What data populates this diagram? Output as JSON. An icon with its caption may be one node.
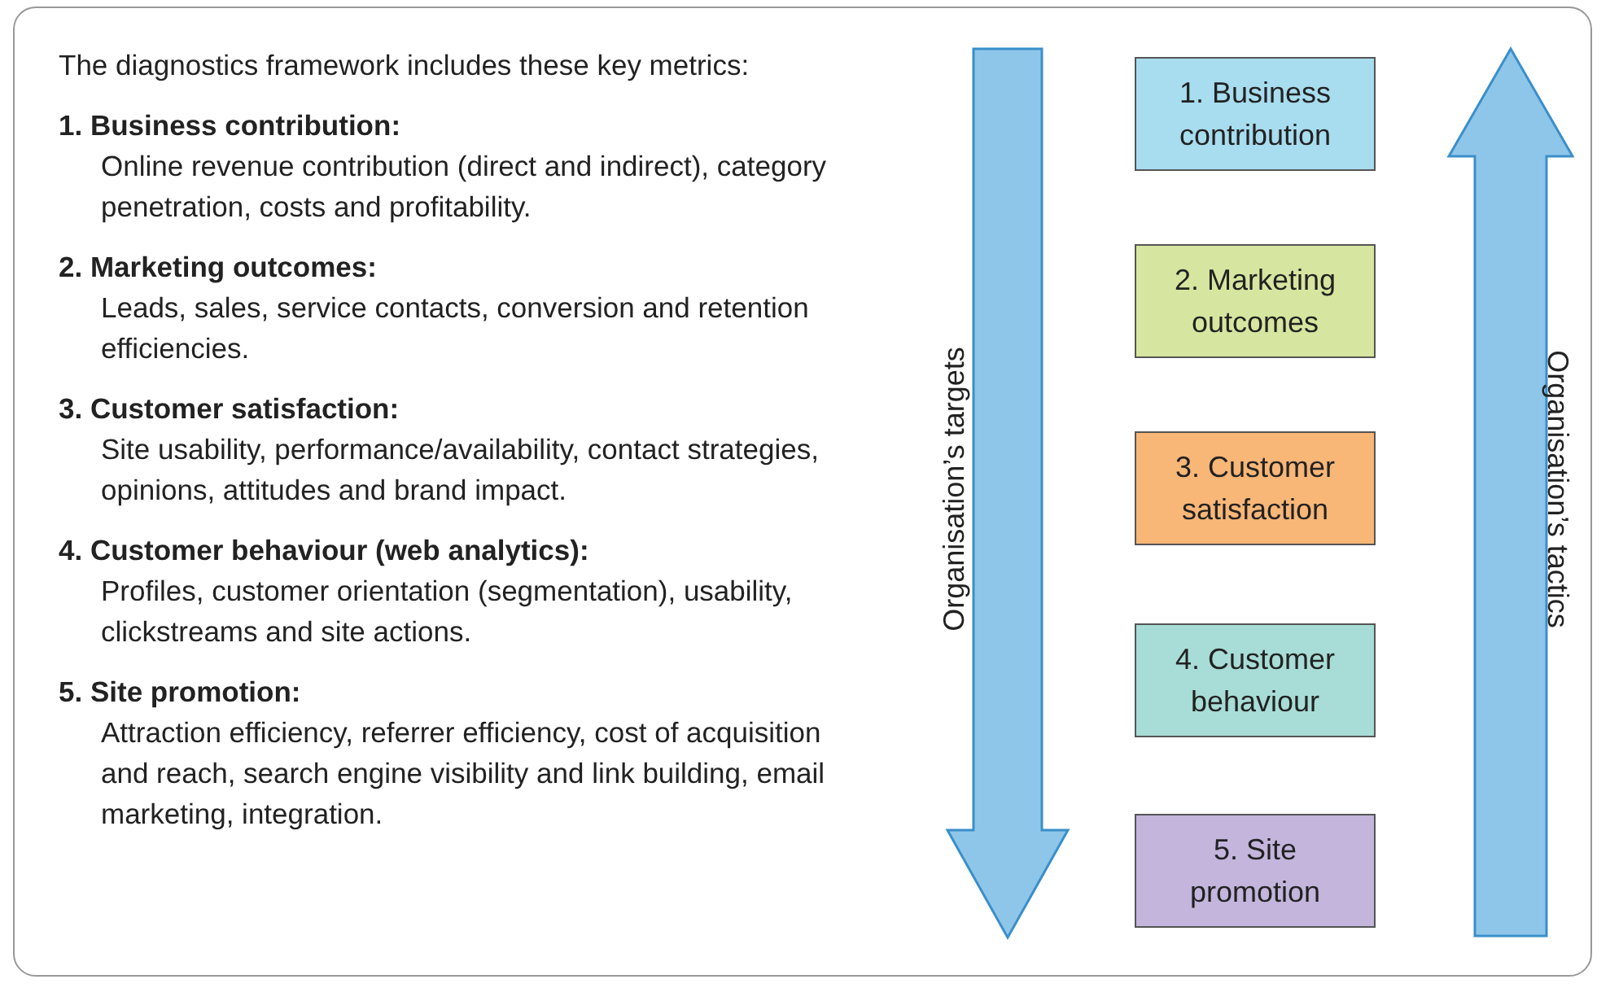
{
  "diagram": {
    "nodes": [
      {
        "text": [
          "1. Business contribution"
        ]
      },
      {
        "text": [
          "2. Marketing outcomes"
        ]
      },
      {
        "text": [
          "3. Customer satisfaction"
        ]
      },
      {
        "text": [
          "4. Customer behaviour"
        ]
      },
      {
        "text": [
          "5. Site promotion"
        ]
      }
    ],
    "labels": [
      "The diagnostics framework includes these key metrics:",
      "1. Business contribution:",
      "Online revenue contribution (direct and indirect), category penetration, costs and profitability.",
      "2. Marketing outcomes:",
      "Leads, sales, service contacts, conversion and retention efficiencies.",
      "3. Customer satisfaction:",
      "Site usability, performance/availability, contact strategies, opinions, attitudes and brand impact.",
      "4. Customer behaviour (web analytics):",
      "Profiles, customer orientation (segmentation), usability, clickstreams and site actions.",
      "5. Site promotion:",
      "Attraction efficiency, referrer efficiency, cost of acquisition and reach, search engine visibility and link building, email marketing, integration.",
      "Organisation’s targets",
      "Organisation’s tactics"
    ]
  }
}
